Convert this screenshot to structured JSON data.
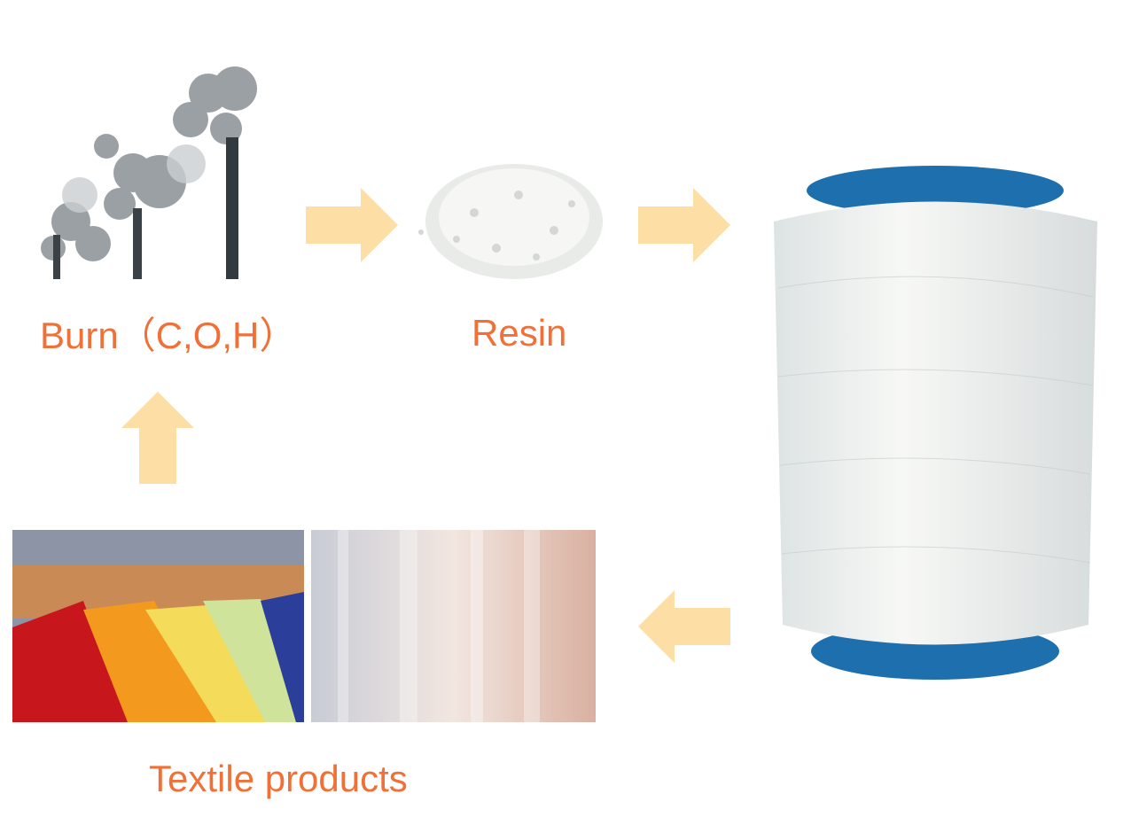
{
  "labels": {
    "burn": "Burn（C,O,H）",
    "resin": "Resin",
    "textile": "Textile products"
  },
  "colors": {
    "label": "#f07038",
    "arrow": "#fddfa6",
    "spool_blue": "#1e6fae"
  },
  "icons": [
    "smokestacks-image",
    "resin-pellets-image",
    "yarn-spool-image",
    "shirts-image",
    "curtains-image",
    "arrow-right-icon",
    "arrow-up-icon",
    "arrow-left-icon"
  ]
}
